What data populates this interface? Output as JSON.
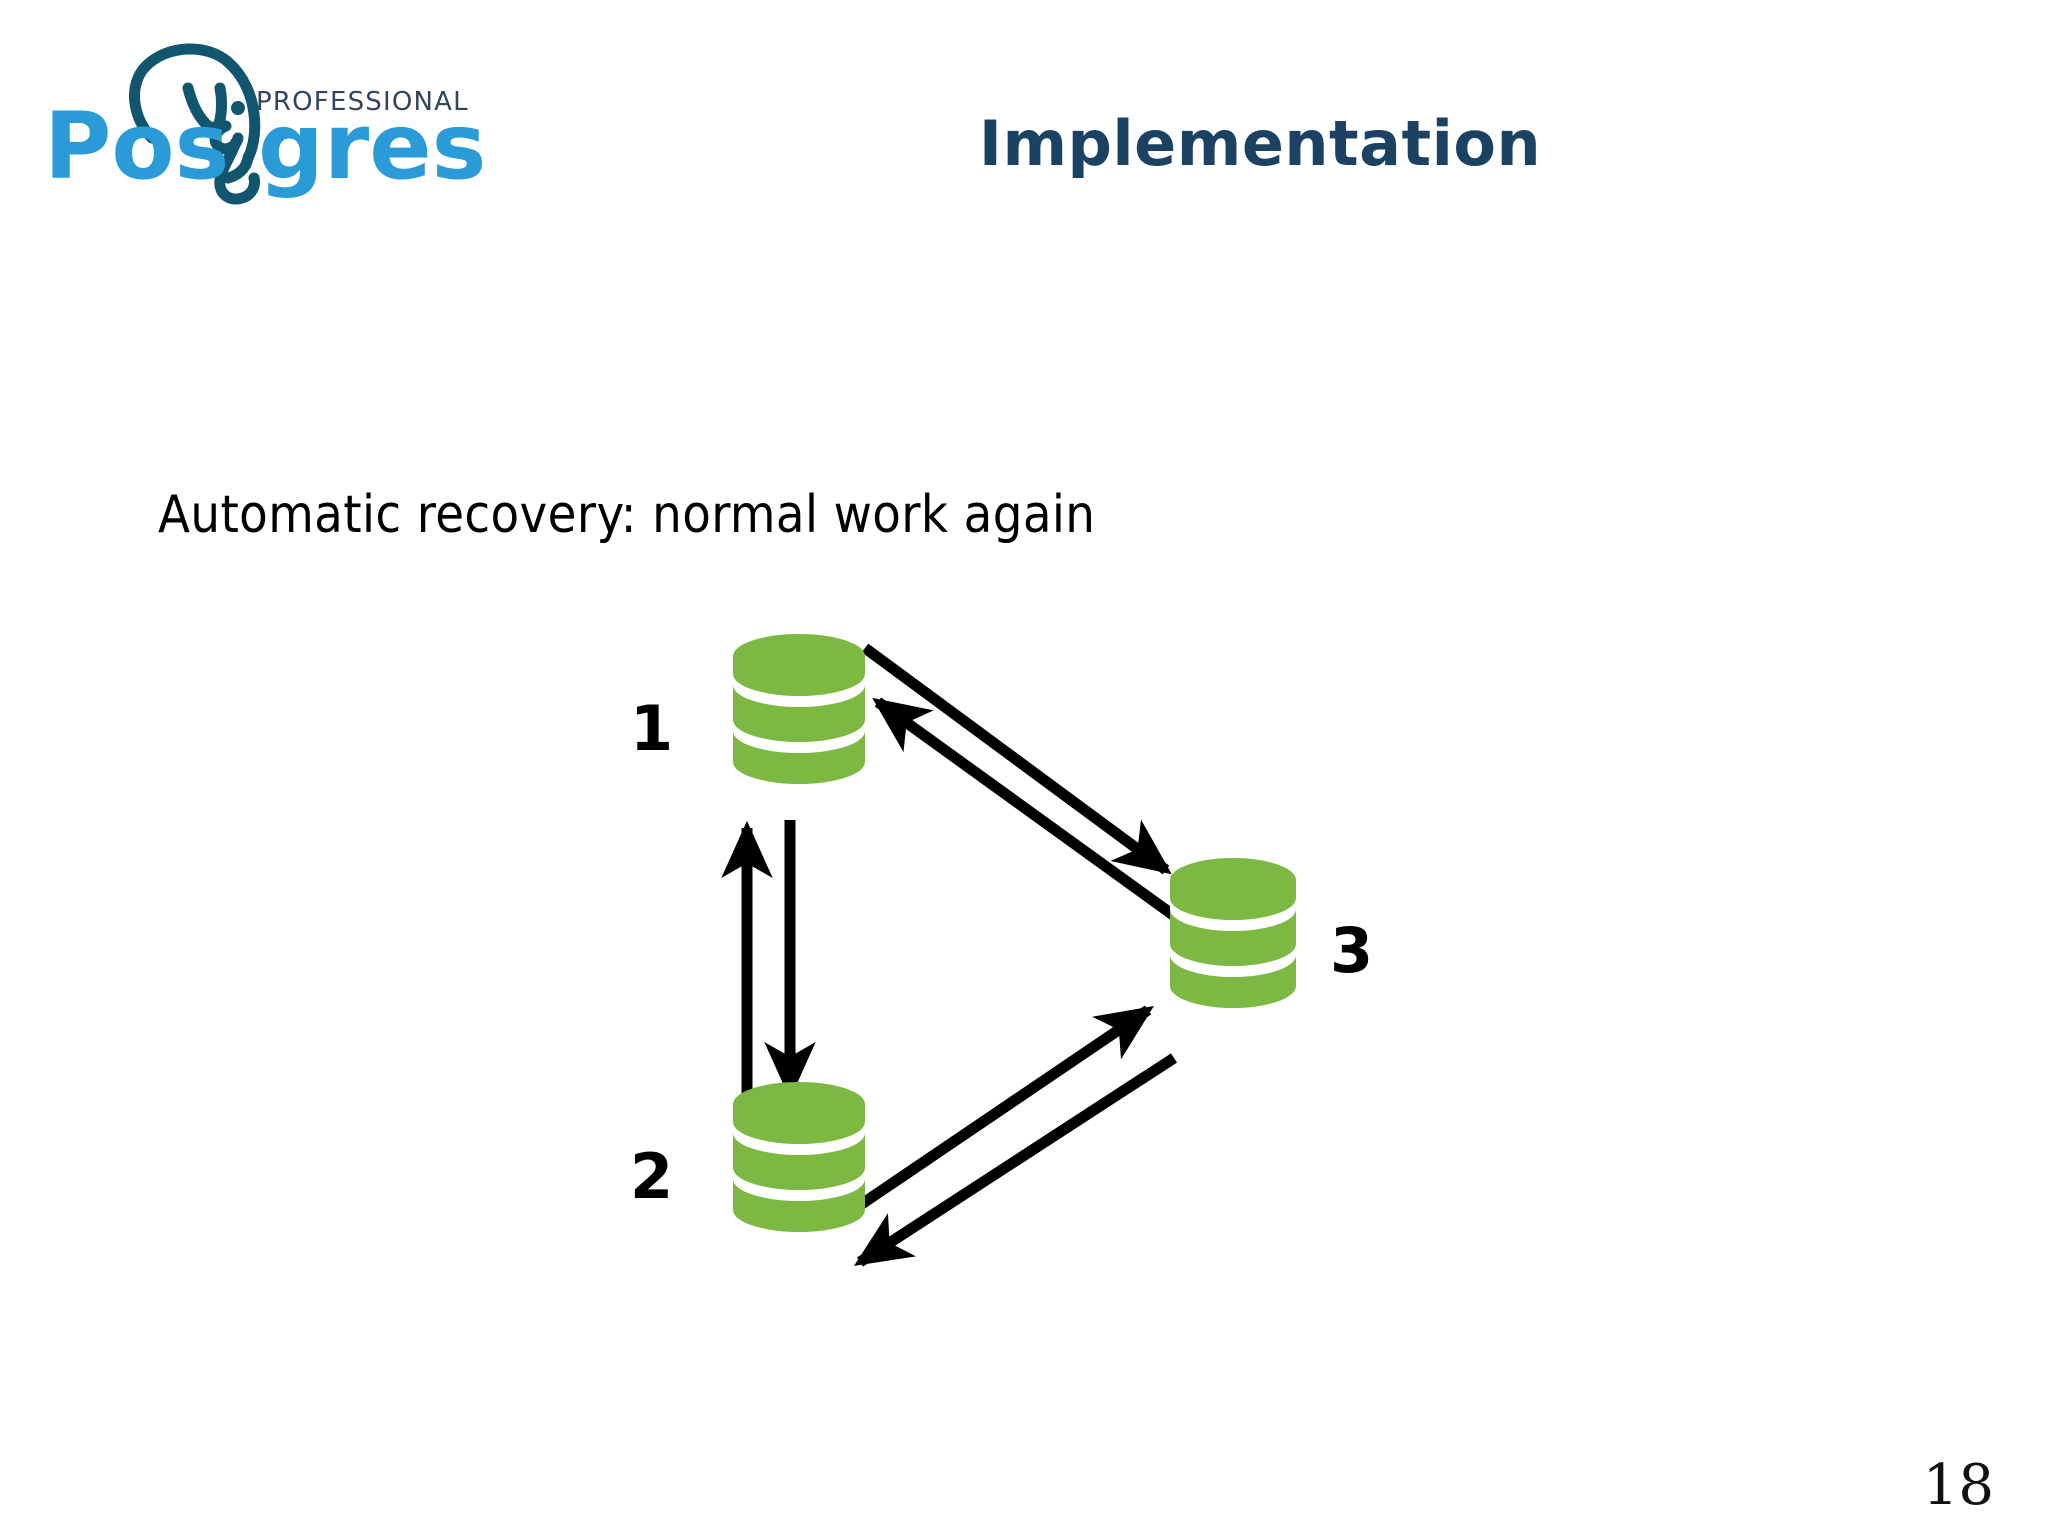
{
  "slide": {
    "title": "Implementation",
    "body_text": "Automatic recovery: normal work again",
    "page_number": "18",
    "background_color": "#ffffff"
  },
  "logo": {
    "name": "postgres-professional-logo",
    "word_pos": "Pos",
    "word_gres": "gres",
    "tagline": "PROFESSIONAL",
    "blue": "#2B9BD8",
    "teal": "#11566E",
    "navy": "#1B4262"
  },
  "theme": {
    "title_color": "#1B4262",
    "text_color": "#000000",
    "node_green": "#7CB842",
    "node_band": "#ffffff",
    "arrow_color": "#000000"
  },
  "diagram": {
    "name": "cluster-replication-diagram",
    "nodes": [
      {
        "id": "node-1",
        "label": "1",
        "label_side": "left",
        "icon": "database-cylinder-icon"
      },
      {
        "id": "node-2",
        "label": "2",
        "label_side": "left",
        "icon": "database-cylinder-icon"
      },
      {
        "id": "node-3",
        "label": "3",
        "label_side": "right",
        "icon": "database-cylinder-icon"
      }
    ],
    "edges": [
      {
        "from": "1",
        "to": "3",
        "direction": "one-way"
      },
      {
        "from": "3",
        "to": "1",
        "direction": "one-way"
      },
      {
        "from": "2",
        "to": "1",
        "direction": "one-way"
      },
      {
        "from": "1",
        "to": "2",
        "direction": "one-way"
      },
      {
        "from": "2",
        "to": "3",
        "direction": "one-way"
      },
      {
        "from": "3",
        "to": "2",
        "direction": "one-way"
      }
    ]
  }
}
